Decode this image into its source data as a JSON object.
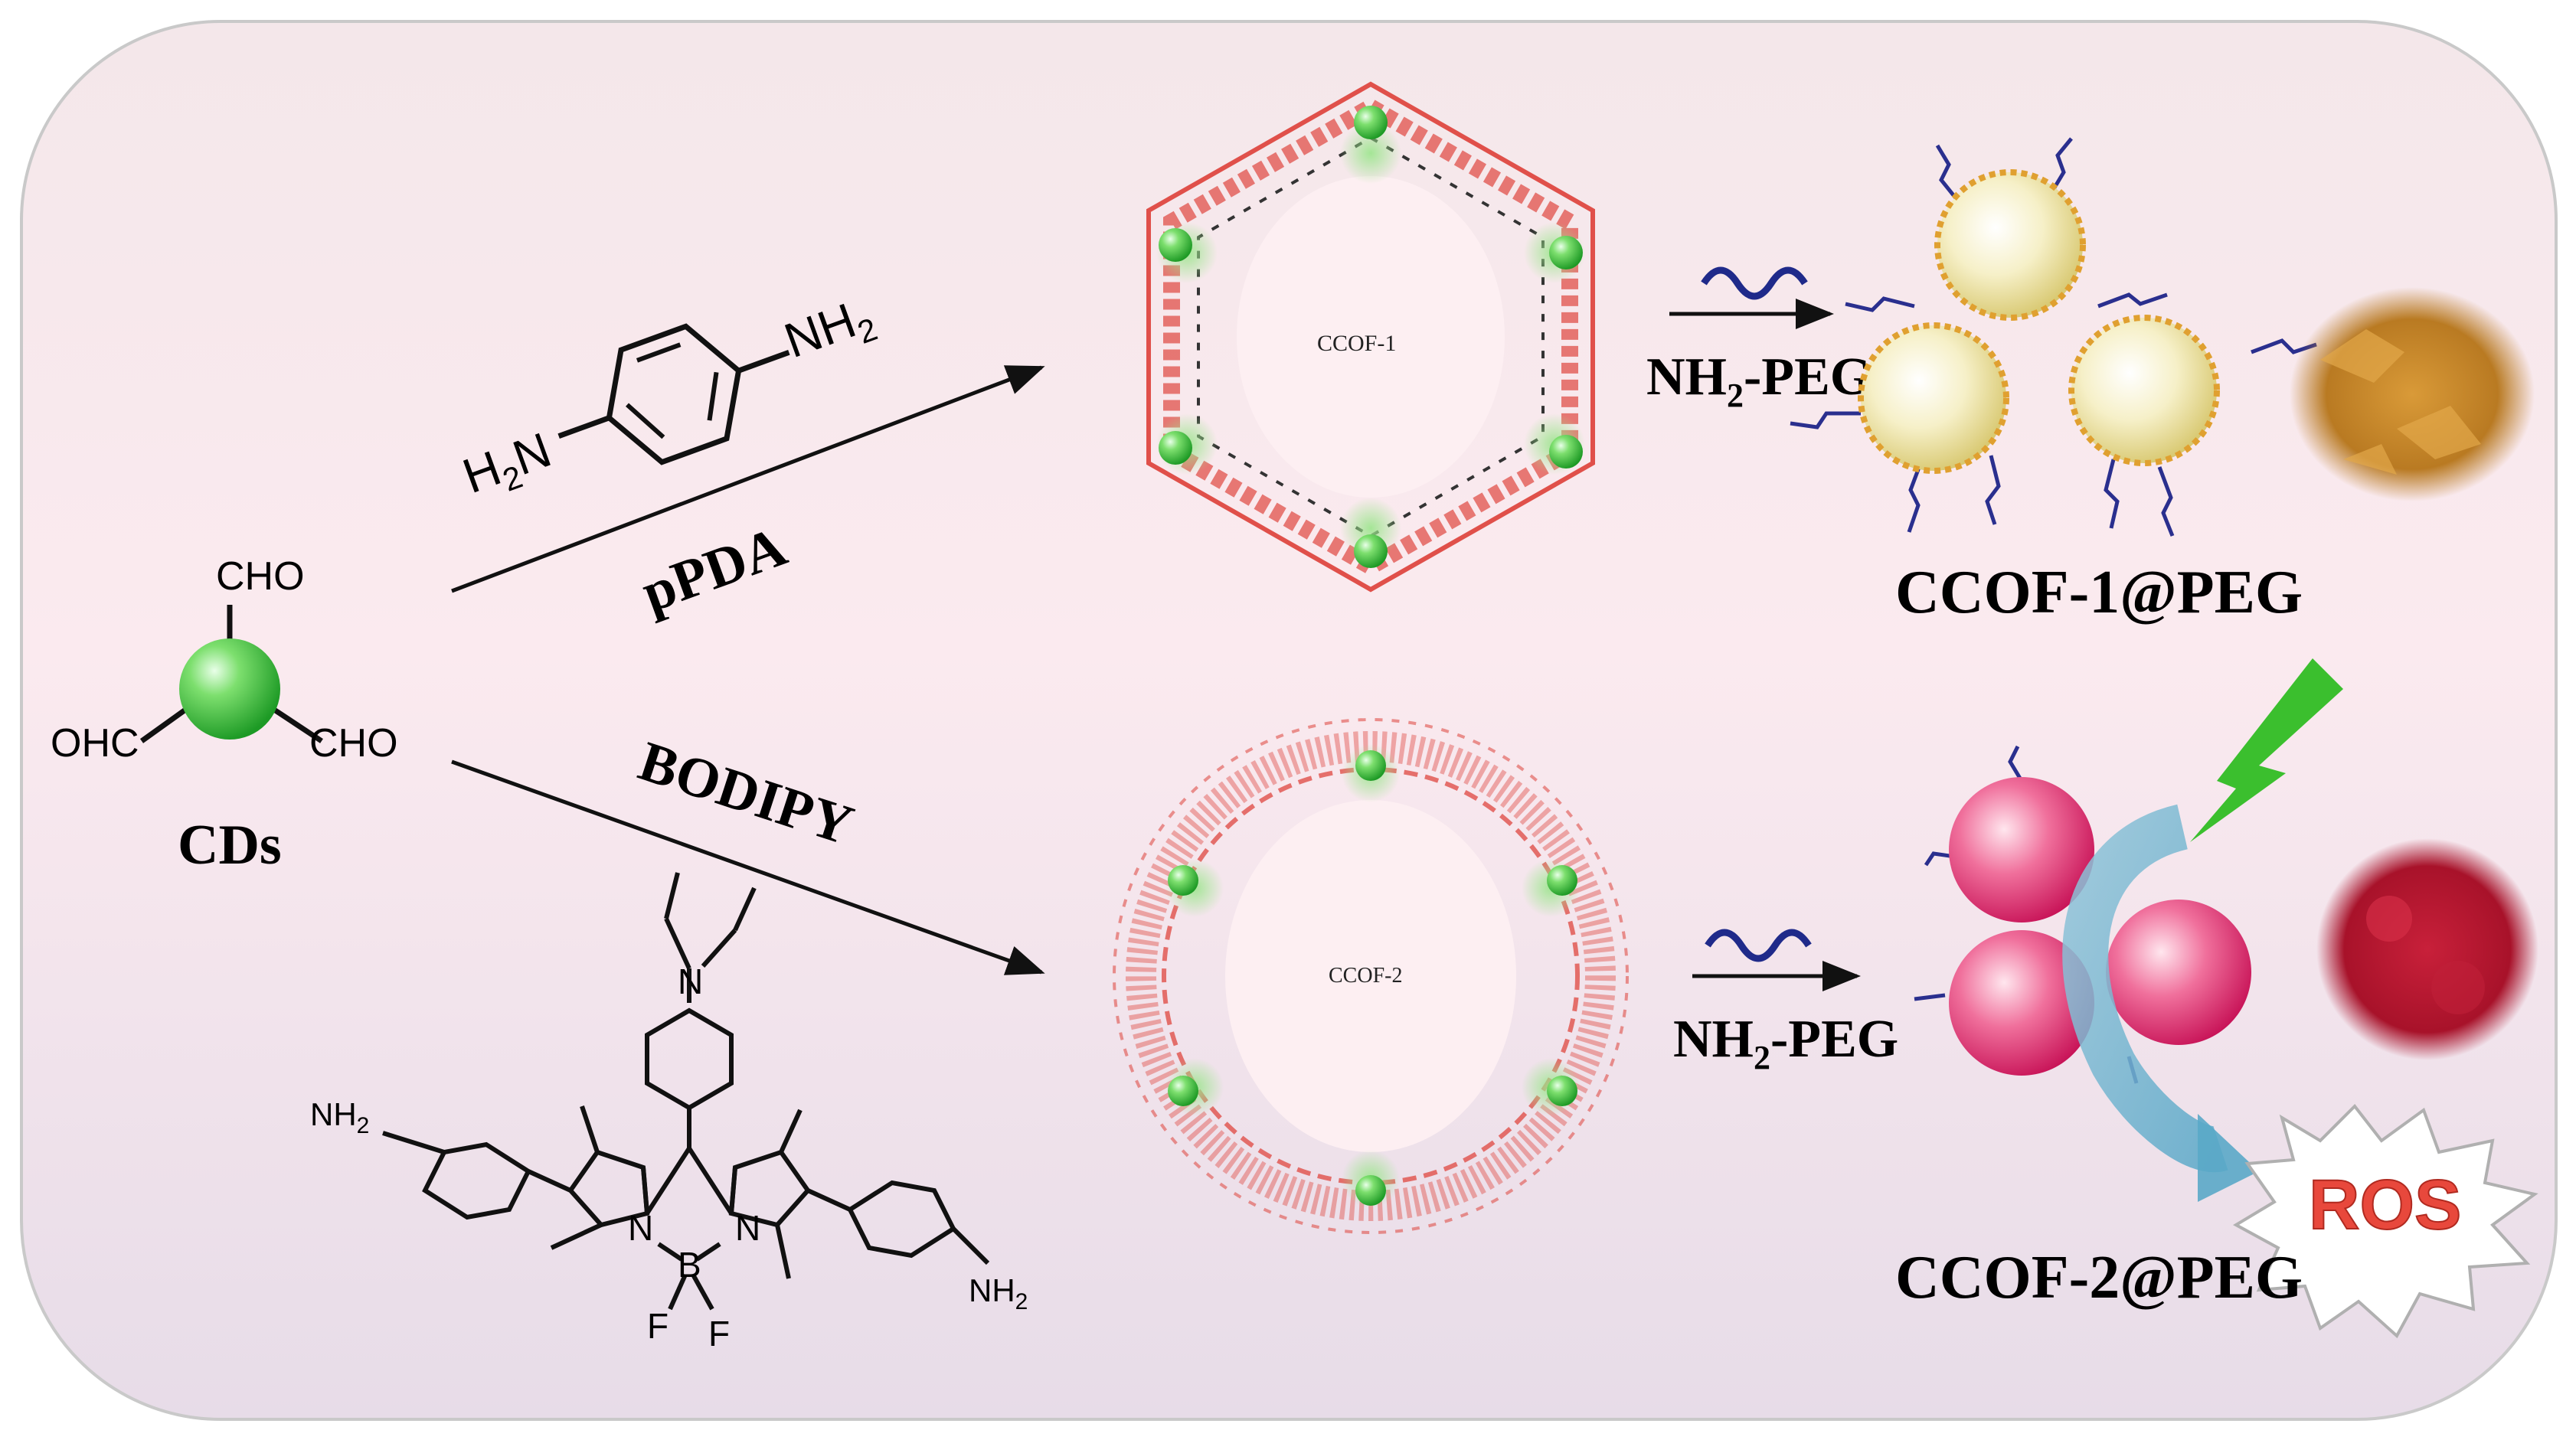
{
  "labels": {
    "cds": "CDs",
    "cho_top": "CHO",
    "ohc_left": "OHC",
    "cho_right": "CHO",
    "ppda": "pPDA",
    "bodipy": "BODIPY",
    "ppda_nh2_right": "NH",
    "ppda_nh2_right_sub": "2",
    "ppda_h2n_left": "H",
    "ppda_h2n_left_sub": "2",
    "ppda_h2n_left_tail": "N",
    "ccof1_inner": "CCOF-1",
    "ccof2_inner": "CCOF-2",
    "peg_top_main": "NH",
    "peg_top_sub": "2",
    "peg_top_tail": "-PEG",
    "peg_bottom_main": "NH",
    "peg_bottom_sub": "2",
    "peg_bottom_tail": "-PEG",
    "ccof1_peg": "CCOF-1@PEG",
    "ccof2_peg": "CCOF-2@PEG",
    "ros": "ROS",
    "bodipy_n_top": "N",
    "bodipy_n_left": "N",
    "bodipy_n_right": "N",
    "bodipy_b": "B",
    "bodipy_f1": "F",
    "bodipy_f2": "F",
    "bodipy_nh2_left": "NH",
    "bodipy_nh2_left_sub": "2",
    "bodipy_nh2_right": "NH",
    "bodipy_nh2_right_sub": "2"
  },
  "colors": {
    "panel_top": "#f3e6ea",
    "panel_mid": "#fbe9ee",
    "panel_bottom": "#e6dbe6",
    "sphere_green": "#3dbf3d",
    "ccof1_sphere": "#f2e6a0",
    "ccof2_sphere": "#e8387a",
    "ccof1_powder": "#c98a2a",
    "ccof2_powder": "#b5172e",
    "framework_red": "#e0504a",
    "ros_red": "#e8483c",
    "arrow_blue": "#5aa8c8"
  }
}
